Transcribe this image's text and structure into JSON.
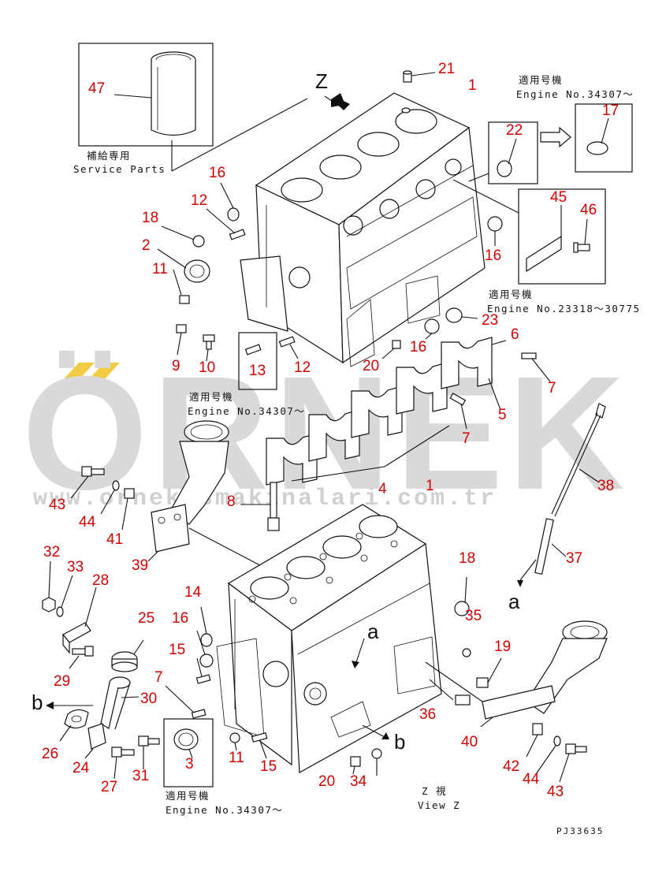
{
  "watermark": {
    "brand": "ÖRNEK",
    "url": "www.ornekismakinalari.com.tr"
  },
  "notes": {
    "service_parts_jp": "補給専用",
    "service_parts_en": "Service Parts",
    "applicable_jp": "適用号機",
    "engine_34307": "Engine No.34307～",
    "engine_23318": "Engine No.23318～30775",
    "view_jp": "Z 視",
    "view_en": "View Z",
    "drawing_code": "PJ33635"
  },
  "view_letters": {
    "z": "Z",
    "a": "a",
    "b": "b"
  },
  "callouts": [
    "47",
    "21",
    "1",
    "17",
    "22",
    "16",
    "12",
    "18",
    "2",
    "11",
    "45",
    "46",
    "16",
    "23",
    "16",
    "6",
    "9",
    "10",
    "13",
    "12",
    "20",
    "7",
    "5",
    "7",
    "4",
    "1",
    "38",
    "43",
    "44",
    "8",
    "41",
    "39",
    "37",
    "32",
    "33",
    "28",
    "18",
    "14",
    "16",
    "35",
    "25",
    "15",
    "19",
    "7",
    "29",
    "30",
    "36",
    "26",
    "24",
    "31",
    "3",
    "11",
    "15",
    "20",
    "34",
    "40",
    "42",
    "44",
    "43",
    "27"
  ]
}
